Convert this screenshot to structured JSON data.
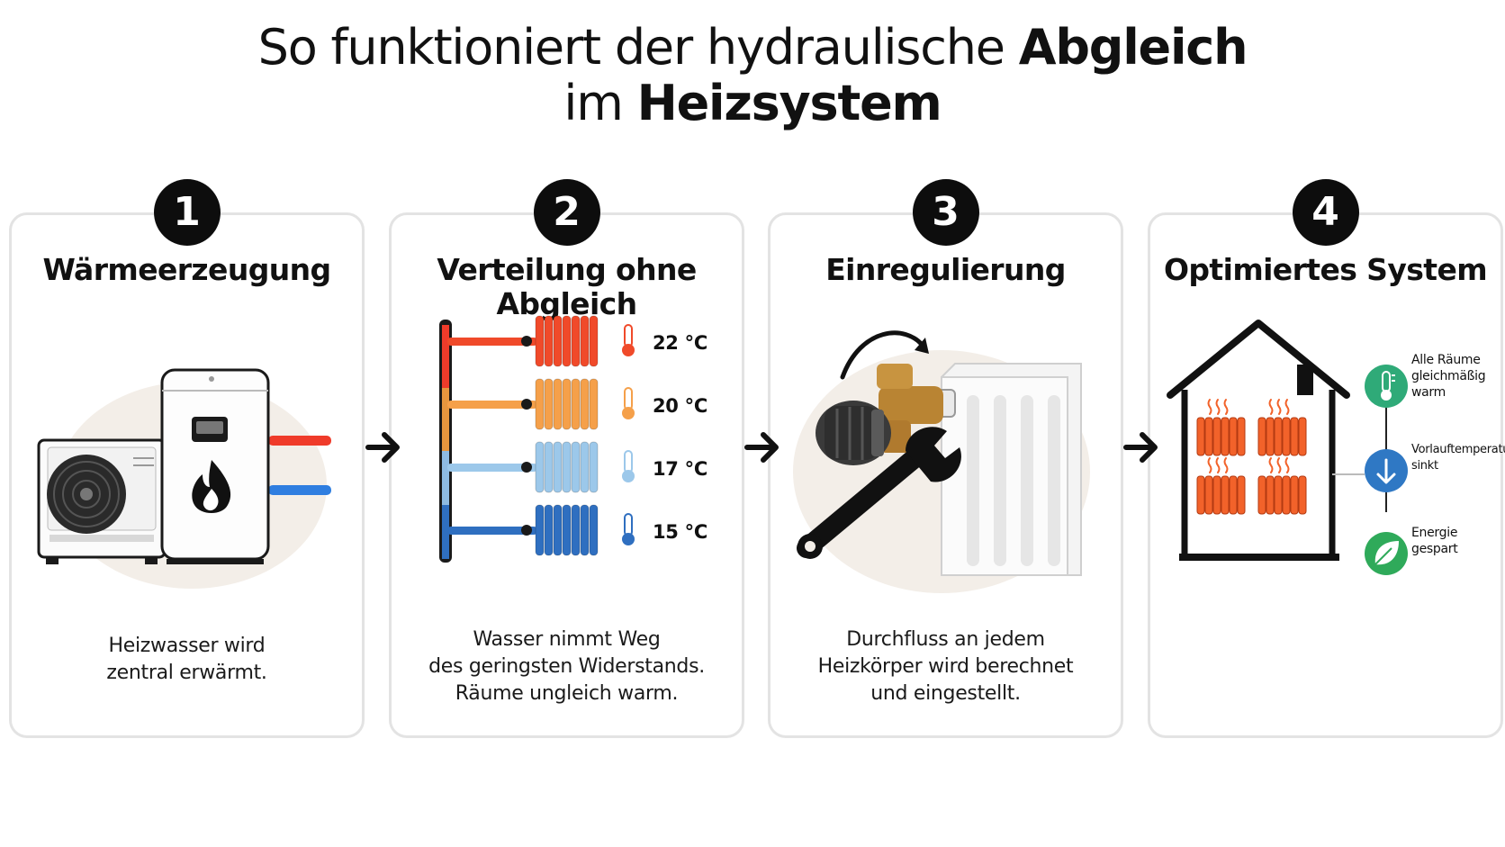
{
  "title": {
    "line1_regular": "So funktioniert der hydraulische",
    "line1_bold": "Abgleich",
    "line2_regular": "im",
    "line2_bold": "Heizsystem"
  },
  "steps": [
    {
      "number": "1",
      "title": "Wärmeerzeugung",
      "description": [
        "Heizwasser wird",
        "zentral erwärmt."
      ]
    },
    {
      "number": "2",
      "title": [
        "Verteilung ohne",
        "Abgleich"
      ],
      "description": [
        "Wasser nimmt Weg",
        "des geringsten Widerstands.",
        "Räume ungleich warm."
      ]
    },
    {
      "number": "3",
      "title": "Einregulierung",
      "description": [
        "Durchfluss an jedem",
        "Heizkörper wird berechnet",
        "und eingestellt."
      ]
    },
    {
      "number": "4",
      "title": "Optimiertes System",
      "description": []
    }
  ],
  "radiators": [
    {
      "temperature": "22 °C",
      "color": "#f04a2a"
    },
    {
      "temperature": "20 °C",
      "color": "#f5a04a"
    },
    {
      "temperature": "17 °C",
      "color": "#9cc8ea"
    },
    {
      "temperature": "15 °C",
      "color": "#2f6fc0"
    }
  ],
  "status_items": [
    {
      "label": [
        "Alle Räume",
        "gleichmäßig",
        "warm"
      ],
      "icon": "thermometer-icon",
      "color": "#2faa78"
    },
    {
      "label": [
        "Vorlauftemperatur",
        "sinkt"
      ],
      "icon": "arrow-down-icon",
      "color": "#2f78c4"
    },
    {
      "label": [
        "Energie",
        "gespart"
      ],
      "icon": "leaf-icon",
      "color": "#2faa5a"
    }
  ],
  "colors": {
    "hot_pipe": "#ef3b2a",
    "cold_pipe": "#2f7ee0",
    "heater_orange": "#f2622a",
    "badge": "#0d0d0d"
  }
}
